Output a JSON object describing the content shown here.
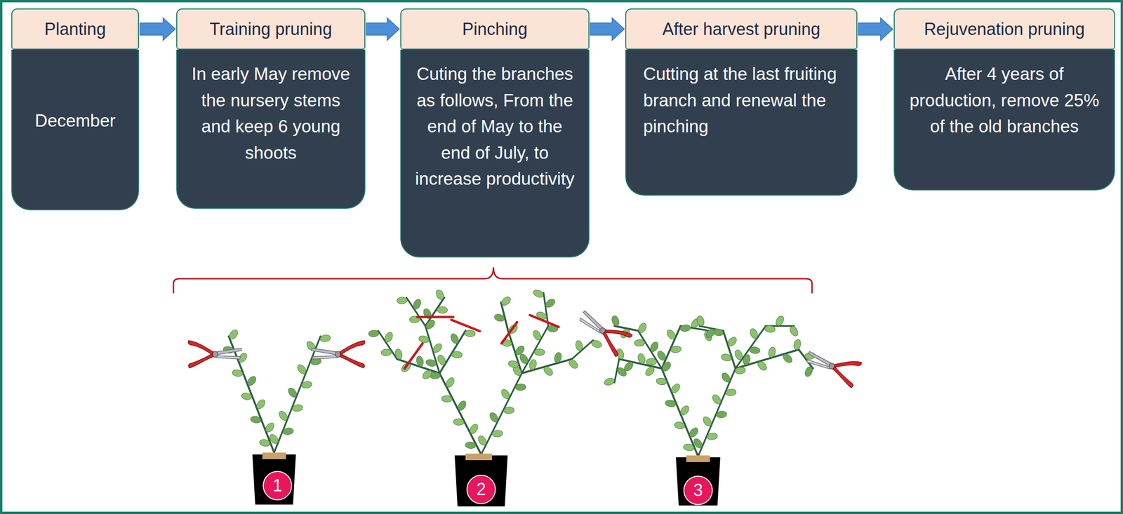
{
  "diagram": {
    "nodes": [
      {
        "text": [
          "Planting",
          "December"
        ]
      },
      {
        "text": [
          "Training pruning",
          "In early May remove the nursery stems and keep 6 young shoots"
        ]
      },
      {
        "text": [
          "Pinching",
          "Cuting the branches as follows, From the end of May to the end of July, to increase productivity"
        ]
      },
      {
        "text": [
          "After harvest pruning",
          "Cutting at the last fruiting branch and renewal the pinching"
        ]
      },
      {
        "text": [
          "Rejuvenation pruning",
          "After 4 years of production, remove 25% of the old branches"
        ]
      }
    ],
    "edges": [
      {
        "from": 0,
        "to": 1,
        "arrow": "to"
      },
      {
        "from": 1,
        "to": 2,
        "arrow": "to"
      },
      {
        "from": 2,
        "to": 3,
        "arrow": "to"
      },
      {
        "from": 3,
        "to": 4,
        "arrow": "to"
      }
    ],
    "labels": [
      "1",
      "2",
      "3"
    ]
  }
}
